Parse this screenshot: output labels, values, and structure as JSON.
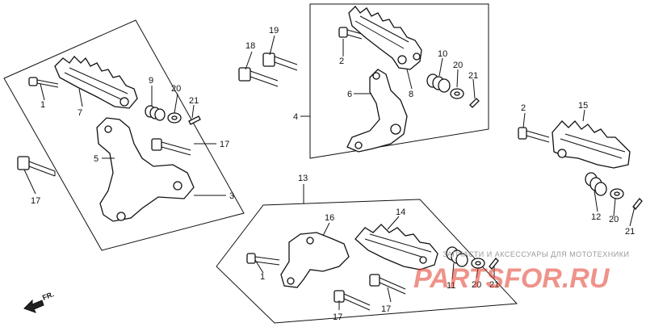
{
  "diagram": {
    "callouts": {
      "p1": "1",
      "p2": "2",
      "p2b": "2",
      "p3": "3",
      "p4": "4",
      "p5": "5",
      "p6": "6",
      "p7": "7",
      "p8": "8",
      "p9": "9",
      "p10": "10",
      "p11": "11",
      "p12": "12",
      "p13": "13",
      "p14": "14",
      "p15": "15",
      "p16": "16",
      "p17a": "17",
      "p17b": "17",
      "p17c": "17",
      "p17d": "17",
      "p18": "18",
      "p19": "19",
      "p20a": "20",
      "p20b": "20",
      "p20c": "20",
      "p20d": "20",
      "p21a": "21",
      "p21b": "21",
      "p21c": "21",
      "p21d": "21",
      "p1b": "1"
    },
    "direction_label": "FR.",
    "watermark": {
      "tagline": "ЗАПЧАСТИ И АКСЕССУАРЫ ДЛЯ МОТОТЕХНИКИ",
      "logo": "PARTSFOR.RU"
    }
  }
}
